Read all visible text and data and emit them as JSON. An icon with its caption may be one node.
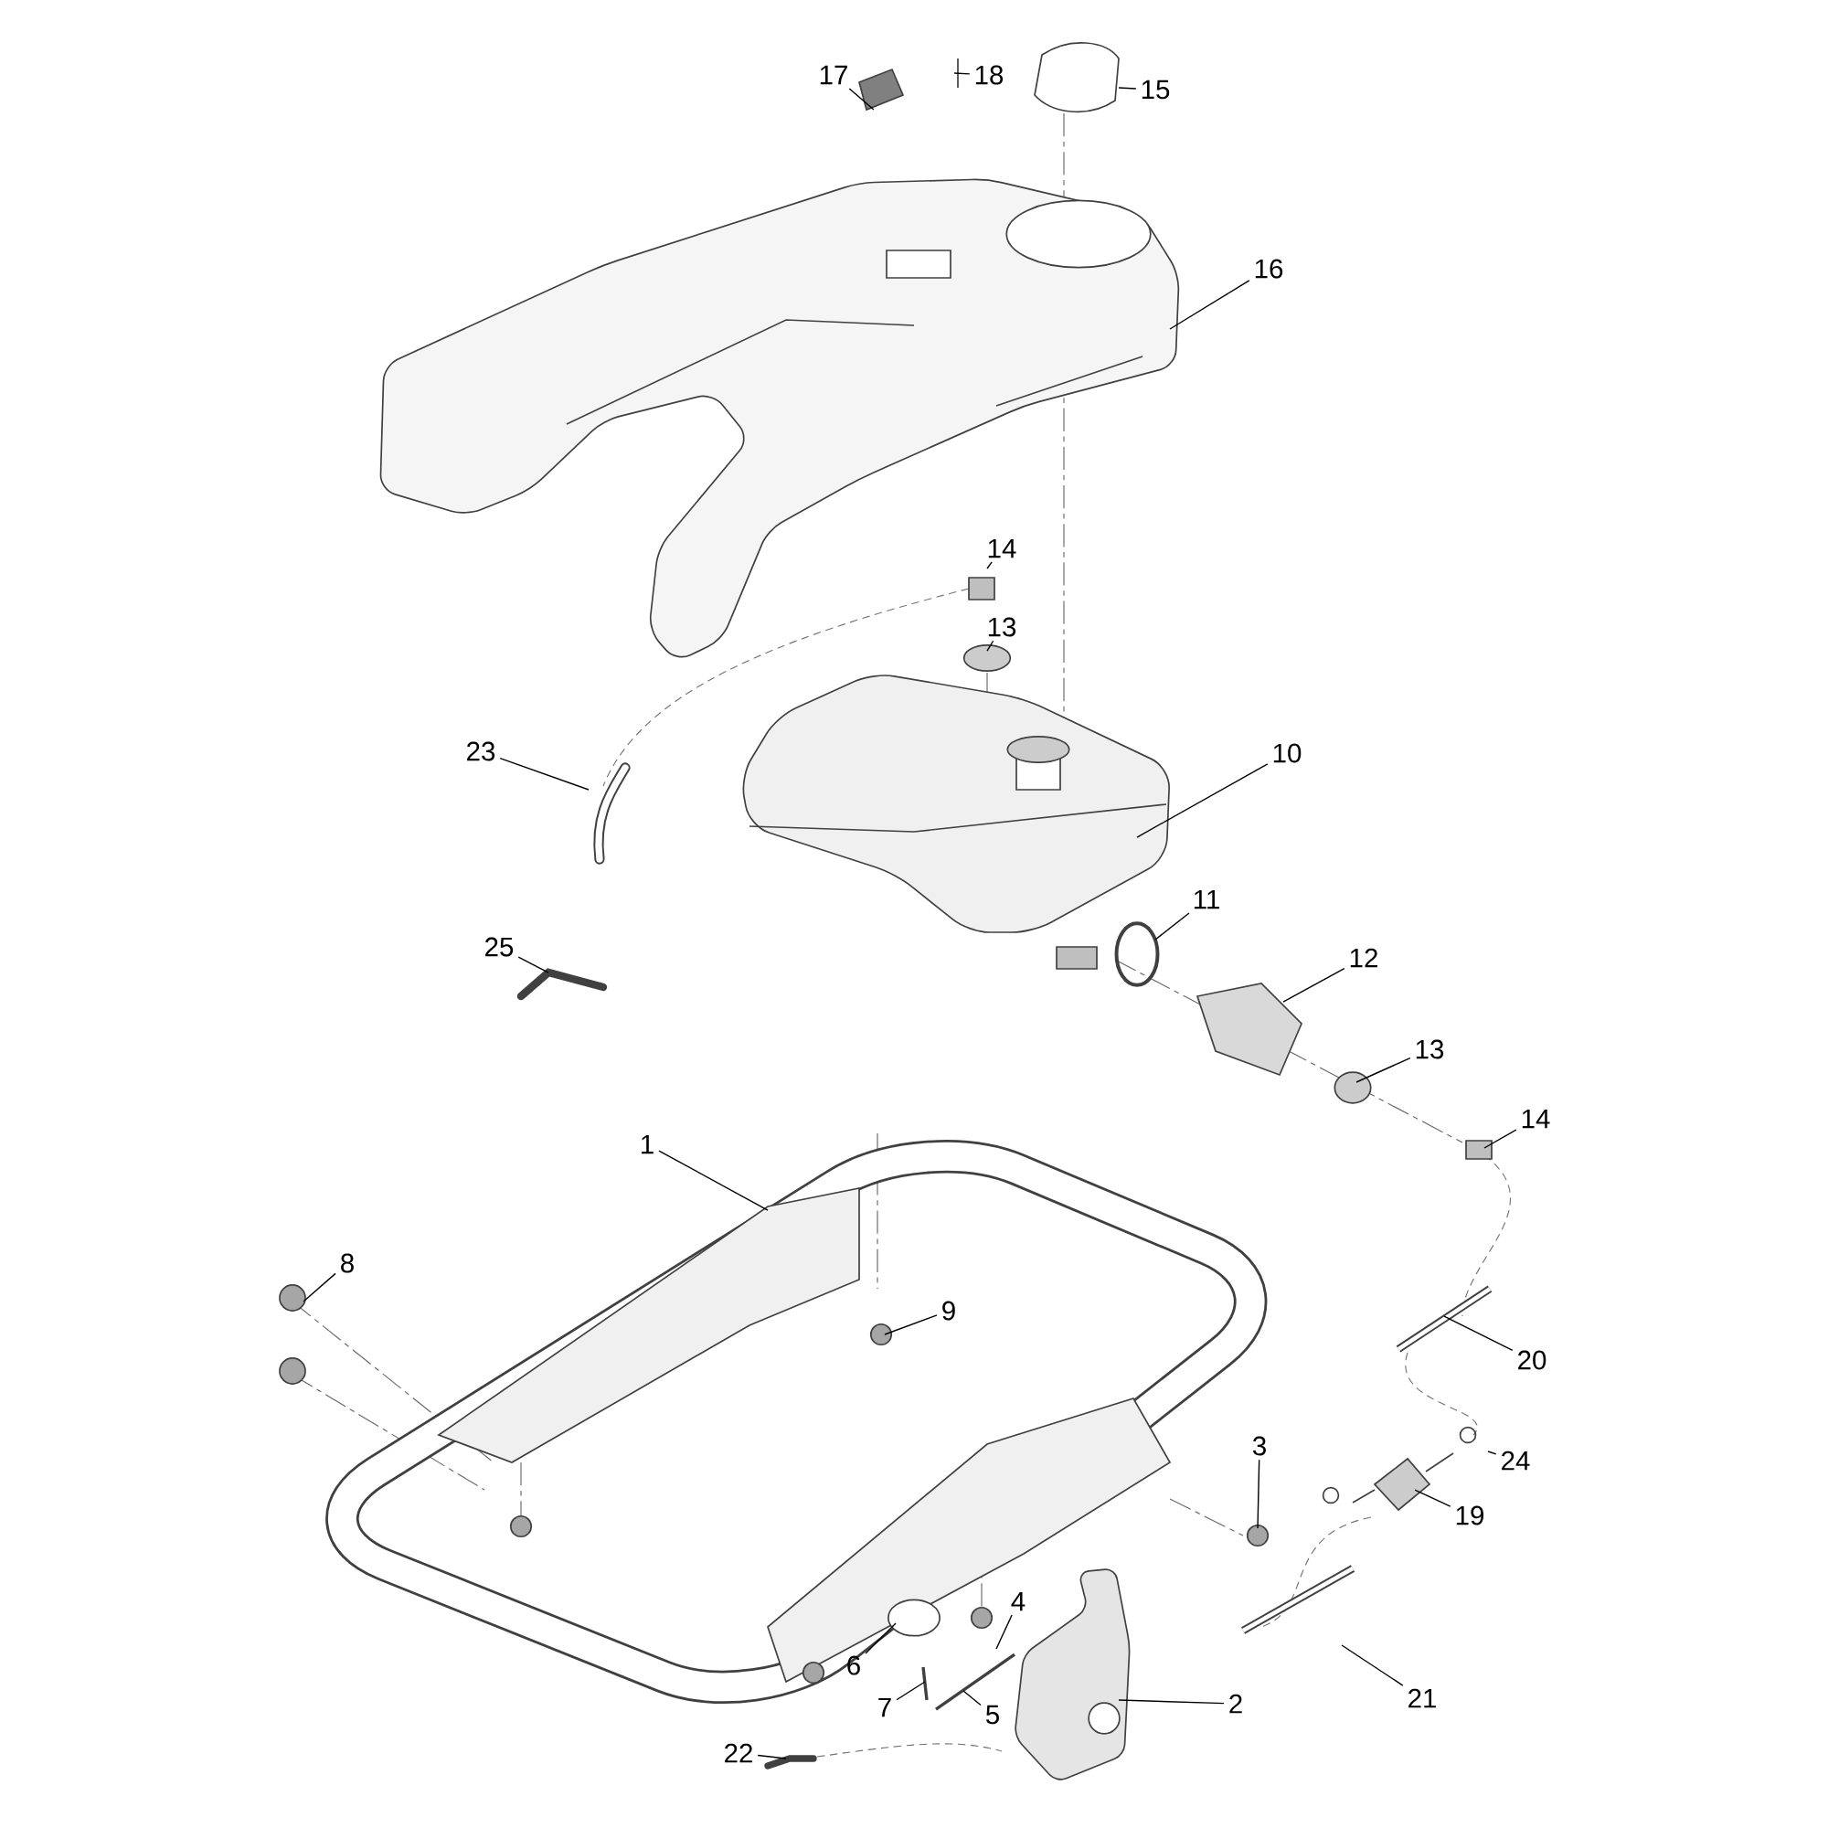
{
  "diagram": {
    "nodes": [
      {
        "text": [
          "17"
        ]
      },
      {
        "text": [
          "18"
        ]
      },
      {
        "text": [
          "15"
        ]
      },
      {
        "text": [
          "16"
        ]
      },
      {
        "text": [
          "14"
        ]
      },
      {
        "text": [
          "13"
        ]
      },
      {
        "text": [
          "23"
        ]
      },
      {
        "text": [
          "10"
        ]
      },
      {
        "text": [
          "11"
        ]
      },
      {
        "text": [
          "25"
        ]
      },
      {
        "text": [
          "12"
        ]
      },
      {
        "text": [
          "13"
        ]
      },
      {
        "text": [
          "14"
        ]
      },
      {
        "text": [
          "1"
        ]
      },
      {
        "text": [
          "8"
        ]
      },
      {
        "text": [
          "9"
        ]
      },
      {
        "text": [
          "20"
        ]
      },
      {
        "text": [
          "3"
        ]
      },
      {
        "text": [
          "24"
        ]
      },
      {
        "text": [
          "19"
        ]
      },
      {
        "text": [
          "4"
        ]
      },
      {
        "text": [
          "6"
        ]
      },
      {
        "text": [
          "7"
        ]
      },
      {
        "text": [
          "5"
        ]
      },
      {
        "text": [
          "2"
        ]
      },
      {
        "text": [
          "21"
        ]
      },
      {
        "text": [
          "22"
        ]
      }
    ],
    "edges": [
      {
        "from": 0,
        "to": null,
        "arrow": "none"
      },
      {
        "from": 1,
        "to": null,
        "arrow": "none"
      },
      {
        "from": 2,
        "to": null,
        "arrow": "none"
      },
      {
        "from": 3,
        "to": null,
        "arrow": "none"
      },
      {
        "from": 4,
        "to": null,
        "arrow": "none"
      },
      {
        "from": 5,
        "to": null,
        "arrow": "none"
      },
      {
        "from": 6,
        "to": null,
        "arrow": "none"
      },
      {
        "from": 7,
        "to": null,
        "arrow": "none"
      },
      {
        "from": 8,
        "to": null,
        "arrow": "none"
      },
      {
        "from": 9,
        "to": null,
        "arrow": "none"
      },
      {
        "from": 10,
        "to": null,
        "arrow": "none"
      },
      {
        "from": 11,
        "to": null,
        "arrow": "none"
      },
      {
        "from": 12,
        "to": null,
        "arrow": "none"
      },
      {
        "from": 13,
        "to": null,
        "arrow": "none"
      },
      {
        "from": 14,
        "to": null,
        "arrow": "none"
      },
      {
        "from": 15,
        "to": null,
        "arrow": "none"
      },
      {
        "from": 16,
        "to": null,
        "arrow": "none"
      },
      {
        "from": 17,
        "to": null,
        "arrow": "none"
      },
      {
        "from": 18,
        "to": null,
        "arrow": "none"
      },
      {
        "from": 19,
        "to": null,
        "arrow": "none"
      },
      {
        "from": 20,
        "to": null,
        "arrow": "none"
      },
      {
        "from": 21,
        "to": null,
        "arrow": "none"
      },
      {
        "from": 22,
        "to": null,
        "arrow": "none"
      },
      {
        "from": 23,
        "to": null,
        "arrow": "none"
      },
      {
        "from": 24,
        "to": null,
        "arrow": "none"
      },
      {
        "from": 25,
        "to": null,
        "arrow": "none"
      },
      {
        "from": 26,
        "to": null,
        "arrow": "none"
      }
    ]
  }
}
